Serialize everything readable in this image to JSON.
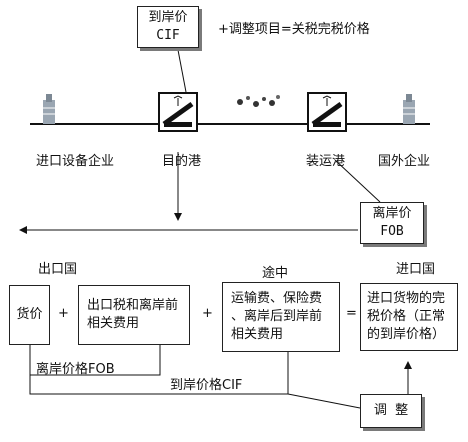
{
  "callouts": {
    "cif_top": {
      "line1": "到岸价",
      "line2": "CIF"
    },
    "fob": {
      "line1": "离岸价",
      "line2": "FOB"
    },
    "adjust": "调  整"
  },
  "formula_top": "+调整项目=关税完税价格",
  "ports": {
    "import_enterprise": "进口设备企业",
    "destination_port": "目的港",
    "loading_port": "装运港",
    "foreign_enterprise": "国外企业"
  },
  "regions": {
    "export_country": "出口国",
    "in_transit": "途中",
    "import_country": "进口国"
  },
  "equation": {
    "goods": "货价",
    "plus1": "+",
    "export_tax_line1": "出口税和离岸前",
    "export_tax_line2": "相关费用",
    "plus2": "+",
    "freight_line1": "运输费、保险费",
    "freight_line2": "、离岸后到岸前",
    "freight_line3": "相关费用",
    "equals": "=",
    "result_line1": "进口货物的完",
    "result_line2": "税价格（正常",
    "result_line3": "的到岸价格）"
  },
  "brackets": {
    "fob_label": "离岸价格FOB",
    "cif_label": "到岸价格CIF"
  }
}
